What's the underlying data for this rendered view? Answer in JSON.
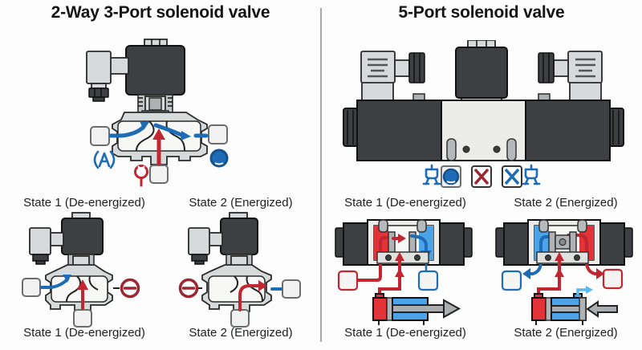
{
  "left": {
    "title": "2-Way 3-Port solenoid valve"
  },
  "right": {
    "title": "5-Port solenoid valve"
  },
  "labels": {
    "state1": "State 1 (De-energized)",
    "state2": "State 2 (Energized)"
  },
  "icons": {
    "left_valve_port_symbols": [
      "port-symbol-a-icon",
      "pressure-source-icon",
      "open-port-ball-icon"
    ],
    "five_port_marker_row": [
      "plug-icon",
      "open-port-icon",
      "closed-port-red-icon",
      "closed-port-blue-icon",
      "plug-icon"
    ],
    "state_symbols": [
      "prohibition-icon"
    ]
  },
  "colors": {
    "bg": "#fdfdfd",
    "blue": "#1d6cb5",
    "red": "#c02730",
    "darkred": "#9d2731",
    "lightblue": "#5bb8f0",
    "dark": "#3e3f42",
    "metal": "#d7dadb",
    "chred": "#e23338",
    "chblue": "#4da3e8"
  }
}
